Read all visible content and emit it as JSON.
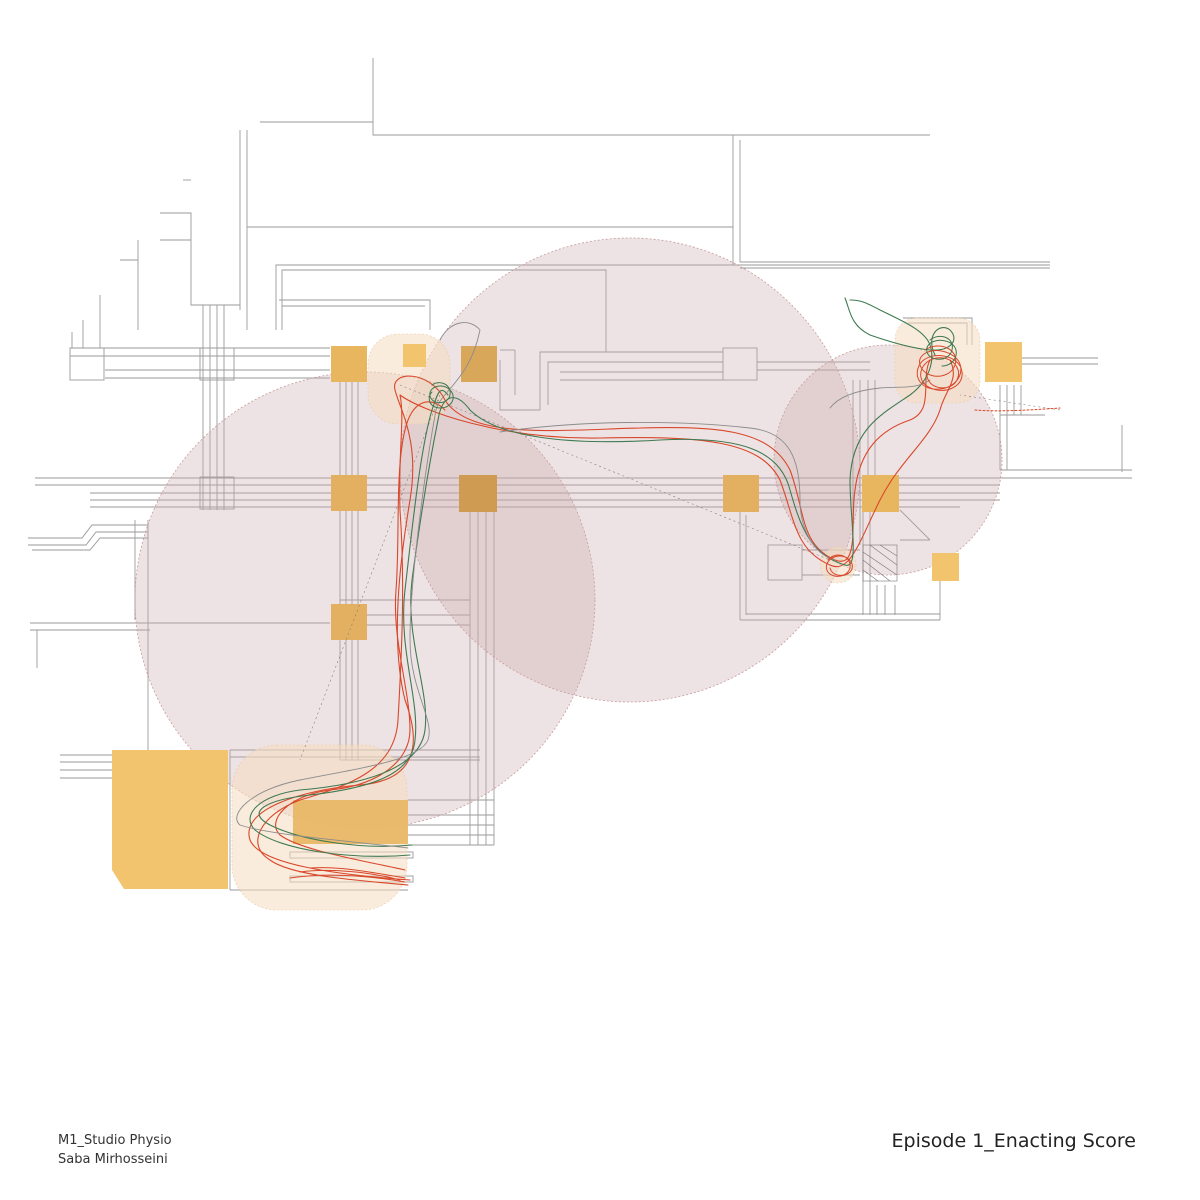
{
  "credits": {
    "studio": "M1_Studio Physio",
    "author": "Saba Mirhosseini"
  },
  "episode_title": "Episode 1_Enacting Score",
  "colors": {
    "background": "#ffffff",
    "plan_lines": "#9a9a9a",
    "zone_fill": "#dcc5c6",
    "zone_stroke": "#c89a9a",
    "block_fill": "#f2c46e",
    "block_dark_fill": "#d9a75a",
    "halo_fill": "#f6dcc0",
    "trace_red": "#d9472a",
    "trace_green": "#3f7a52",
    "trace_grey": "#8c8c8c"
  },
  "icons": {
    "stair": "hatched-square-icon"
  }
}
